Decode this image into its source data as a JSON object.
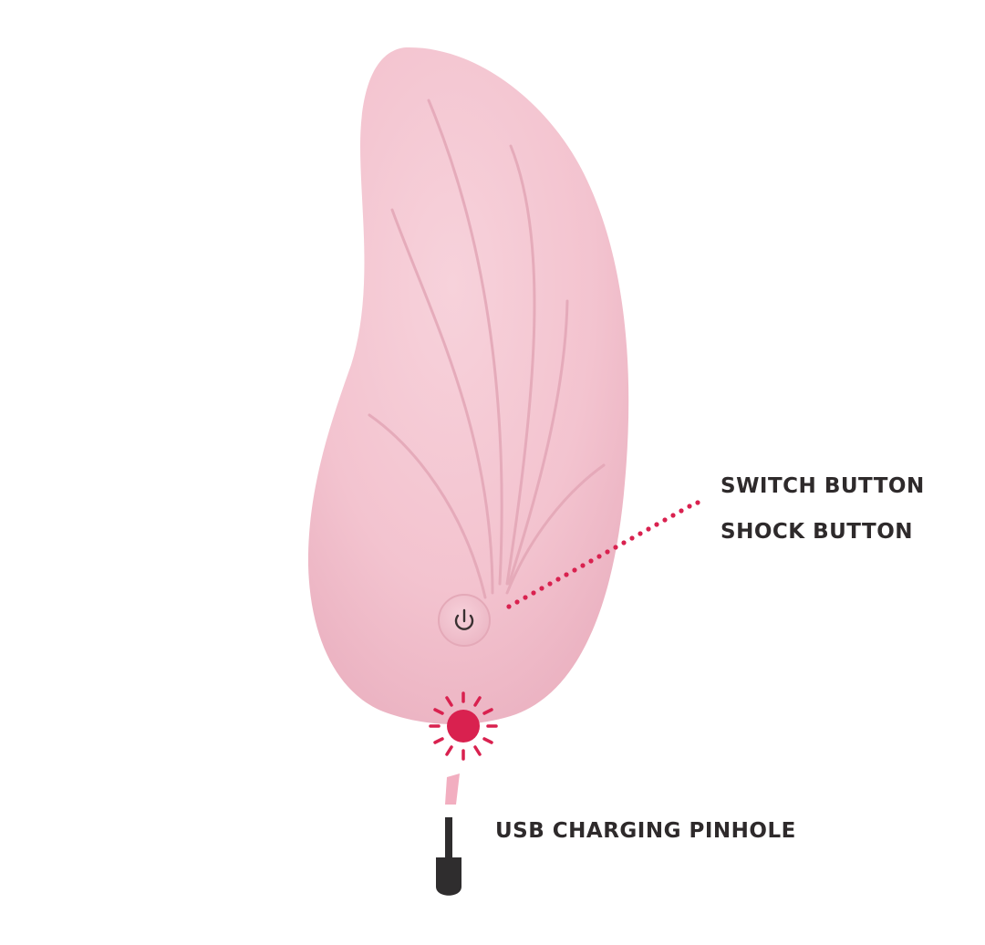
{
  "labels": {
    "switch_button": "SWITCH BUTTON",
    "shock_button": "SHOCK BUTTON",
    "usb_charging_pinhole": "USB CHARGING PINHOLE"
  },
  "colors": {
    "product_body": "#f4c5d0",
    "accent_red": "#d9214f",
    "label_text": "#2e2a2b",
    "cable": "#2f2d2e"
  },
  "icons": {
    "button_icon": "power-icon"
  }
}
